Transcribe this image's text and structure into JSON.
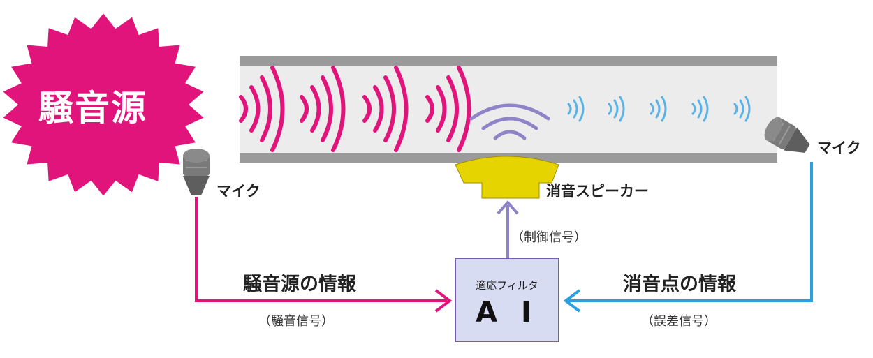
{
  "noise_source": "騒音源",
  "mic_left": "マイク",
  "mic_right": "マイク",
  "speaker": "消音スピーカー",
  "control_signal": "（制御信号）",
  "left_info": "騒音源の情報",
  "left_signal": "（騒音信号）",
  "right_info": "消音点の情報",
  "right_signal": "（誤差信号）",
  "filter_label": "適応フィルタ",
  "filter_main": "A I",
  "colors": {
    "noise": "#e0147a",
    "anti": "#8f84c8",
    "residual": "#58b4e8",
    "error_line": "#2aa0e2",
    "speaker": "#e6d400",
    "duct": "#9a9a9a",
    "duct_inner": "#ececec",
    "ai_fill": "#d8dcf2"
  }
}
